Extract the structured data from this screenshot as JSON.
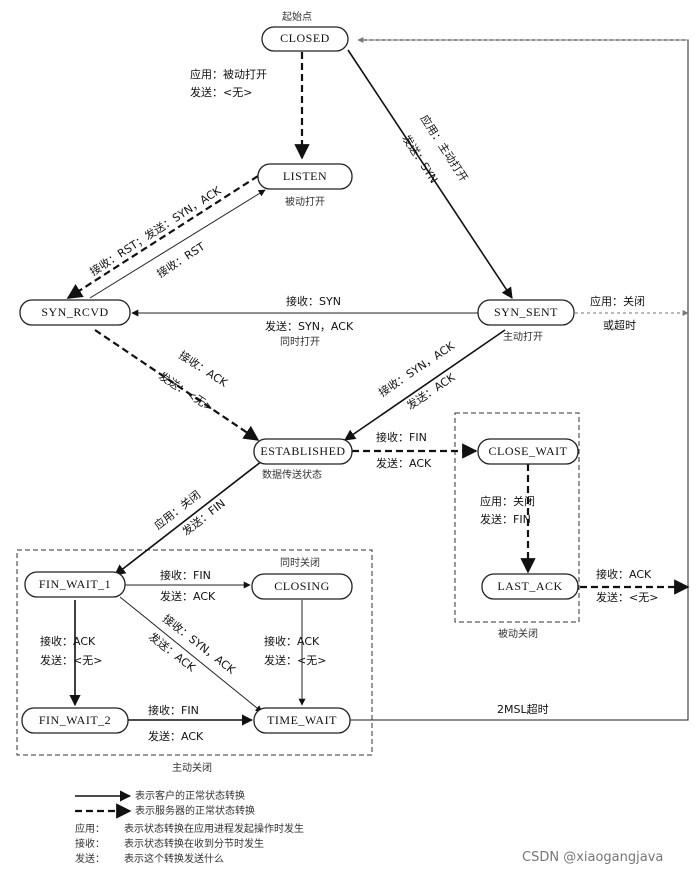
{
  "labels": {
    "start_point": "起始点",
    "app_passive_open": "应用：被动打开",
    "send_none_1": "发送：<无>",
    "listen_sub": "被动打开",
    "rst_recv_send_synack": "接收：RST；发送：SYN，ACK",
    "recv_rst": "接收：RST",
    "app_active_open": "应用：主动打开",
    "send_syn": "发送：SYN",
    "recv_syn": "接收：SYN",
    "send_synack": "发送：SYN，ACK",
    "simultaneous_open": "同时打开",
    "app_close": "应用：关闭",
    "or_timeout": "或超时",
    "syn_sent_sub": "主动打开",
    "recv_ack_1": "接收：ACK",
    "send_none_2": "发送：<无>",
    "recv_synack": "接收：SYN，ACK",
    "send_ack_1": "发送：ACK",
    "recv_fin_1": "接收：FIN",
    "send_ack_2": "发送：ACK",
    "established_sub": "数据传送状态",
    "app_close_2": "应用：关闭",
    "send_fin_1": "发送：FIN",
    "app_close_3": "应用：关闭",
    "send_fin_2": "发送：FIN",
    "recv_fin_2": "接收：FIN",
    "send_ack_3": "发送：ACK",
    "simultaneous_close": "同时关闭",
    "recv_finack": "接收：SYN，ACK",
    "send_ack_4": "发送：ACK",
    "recv_ack_2": "接收：ACK",
    "send_none_3": "发送：<无>",
    "recv_ack_3": "接收：ACK",
    "send_none_4": "发送：<无>",
    "recv_ack_4": "接收：ACK",
    "send_none_5": "发送：<无>",
    "recv_fin_3": "接收：FIN",
    "send_ack_5": "发送：ACK",
    "msl_timeout": "2MSL超时",
    "passive_close": "被动关闭",
    "active_close": "主动关闭"
  },
  "nodes": {
    "closed": "CLOSED",
    "listen": "LISTEN",
    "syn_rcvd": "SYN_RCVD",
    "syn_sent": "SYN_SENT",
    "established": "ESTABLISHED",
    "close_wait": "CLOSE_WAIT",
    "last_ack": "LAST_ACK",
    "fin_wait_1": "FIN_WAIT_1",
    "closing": "CLOSING",
    "fin_wait_2": "FIN_WAIT_2",
    "time_wait": "TIME_WAIT"
  },
  "legend": {
    "solid": "表示客户的正常状态转换",
    "dashed": "表示服务器的正常状态转换",
    "app": "应用：",
    "app_desc": "表示状态转换在应用进程发起操作时发生",
    "recv": "接收：",
    "recv_desc": "表示状态转换在收到分节时发生",
    "send": "发送：",
    "send_desc": "表示这个转换发送什么"
  },
  "watermark": "CSDN @xiaogangjava"
}
